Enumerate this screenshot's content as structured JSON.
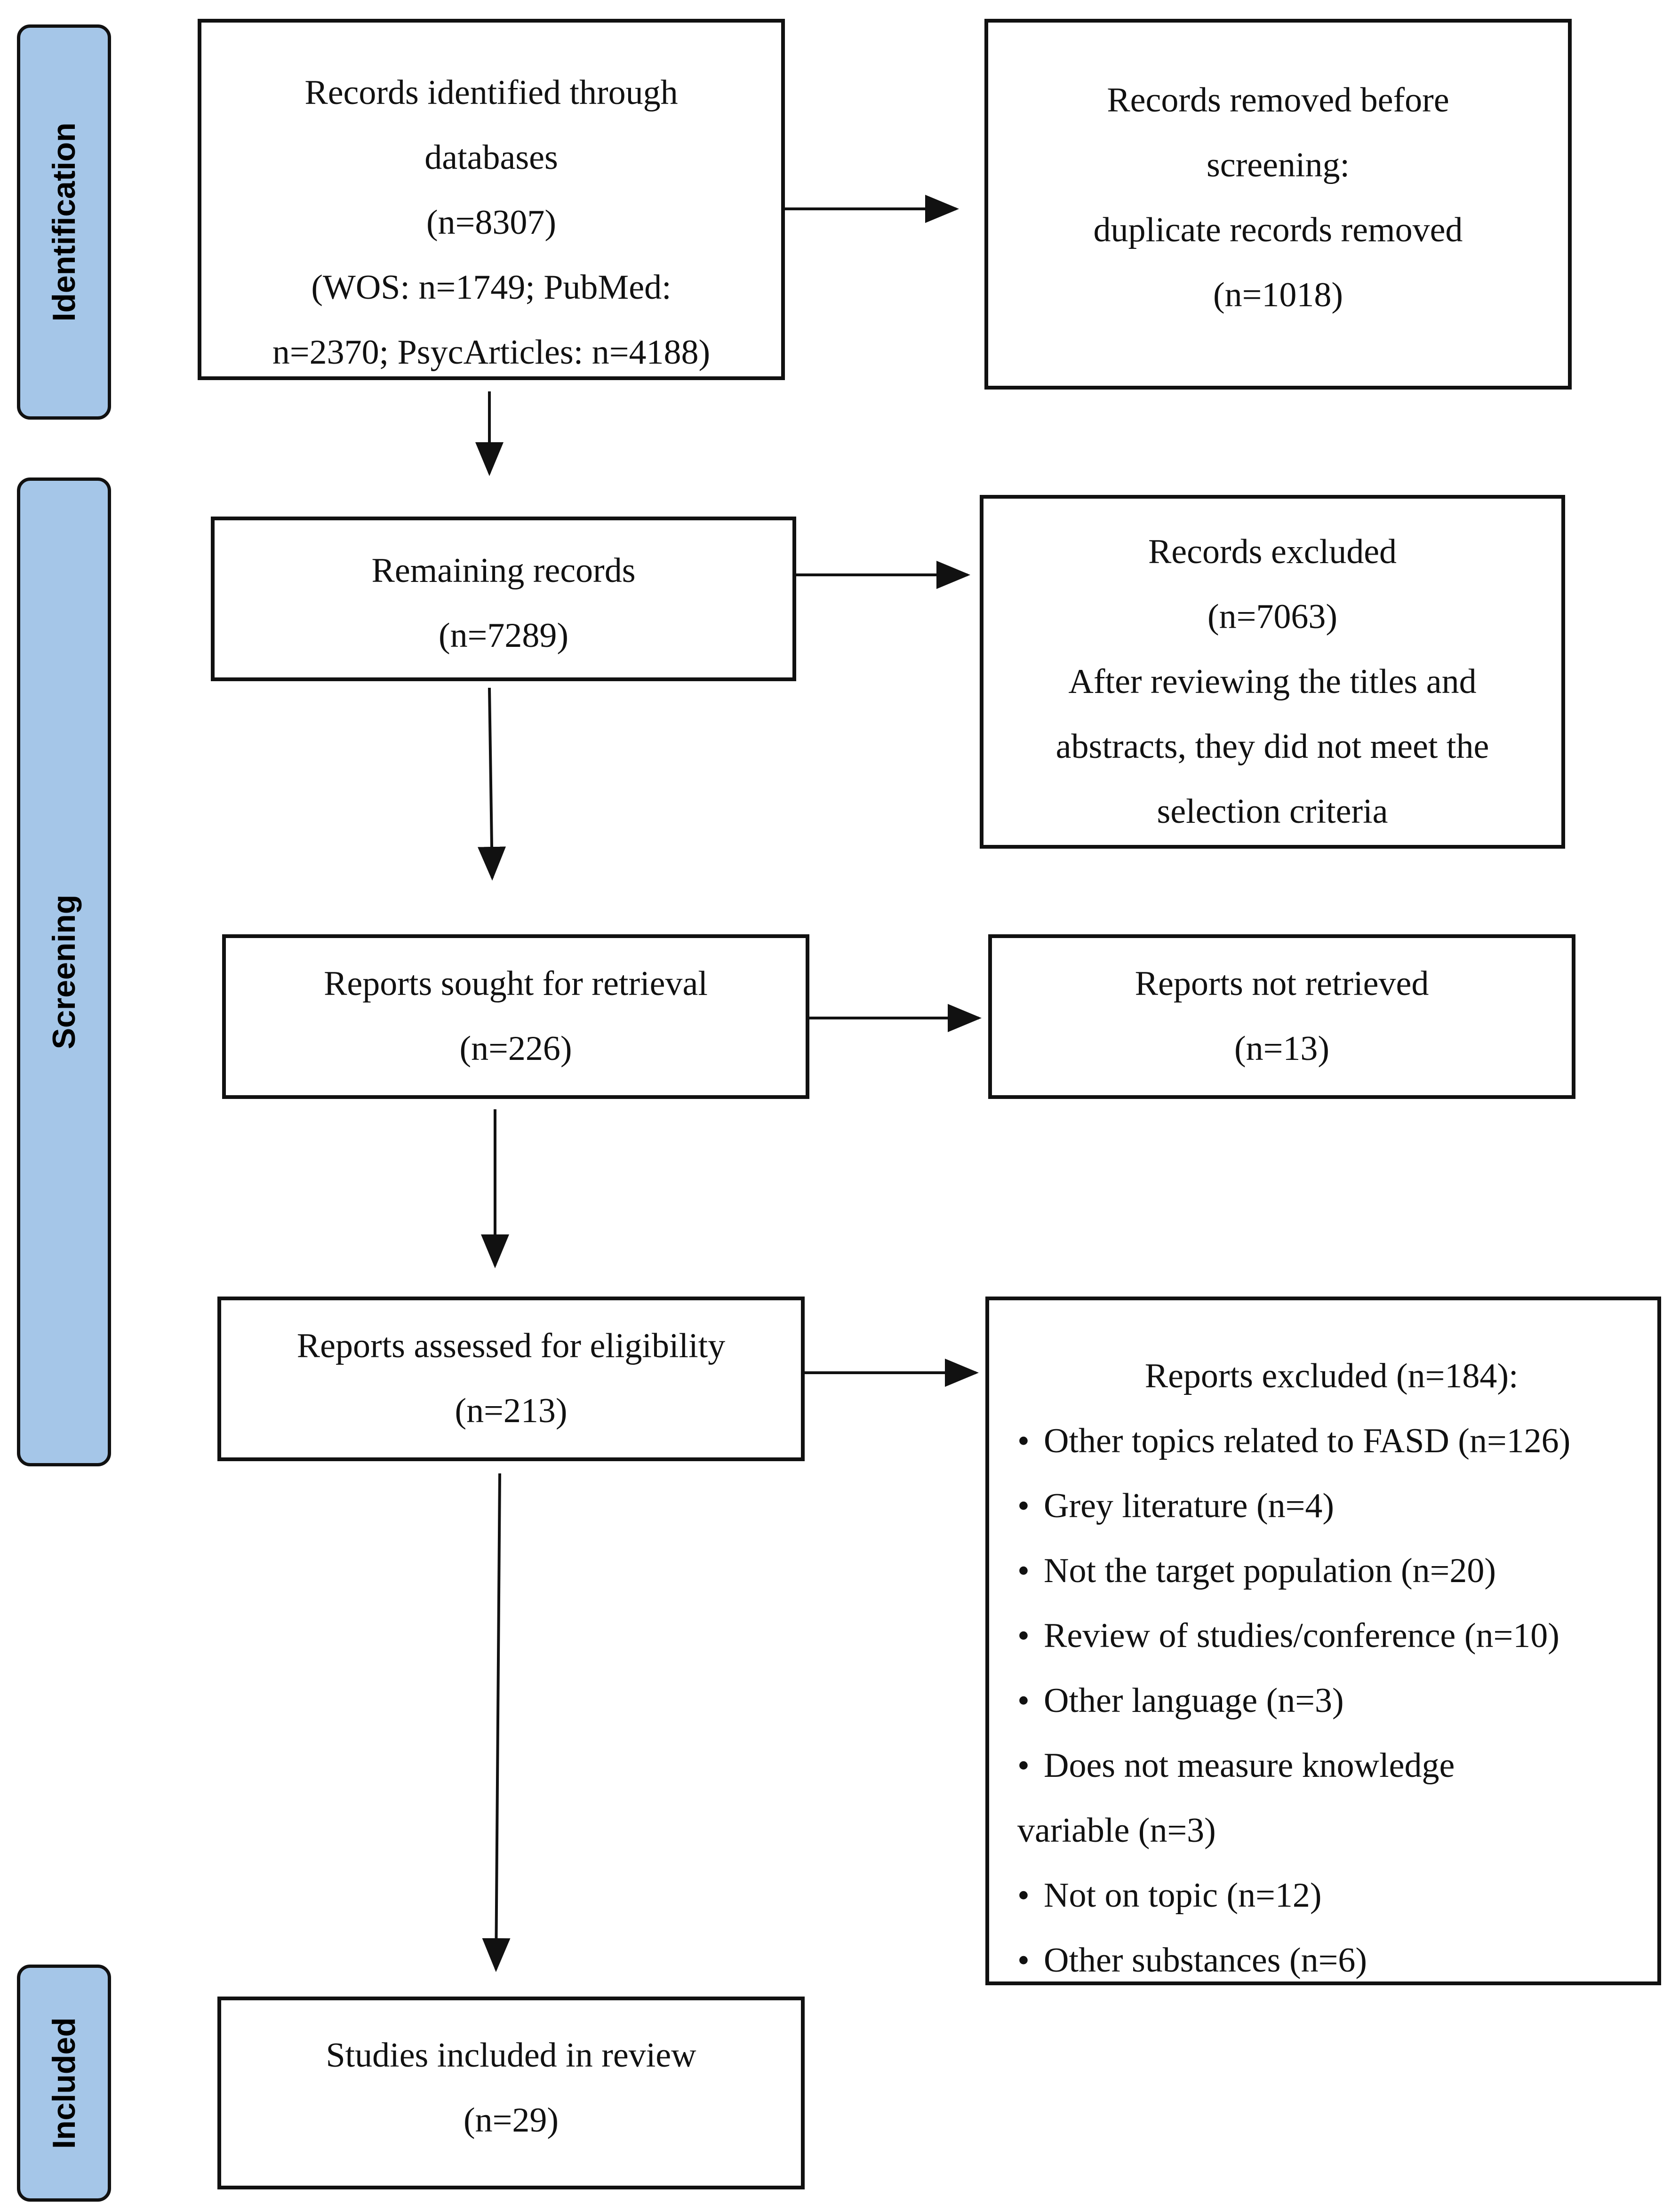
{
  "phases": {
    "identification": "Identification",
    "screening": "Screening",
    "included": "Included"
  },
  "boxes": {
    "identified": {
      "lines": [
        "Records identified through",
        "databases",
        "(n=8307)",
        "(WOS: n=1749; PubMed:",
        "n=2370; PsycArticles: n=4188)"
      ]
    },
    "removed": {
      "lines": [
        "Records removed before",
        "screening:",
        "duplicate records removed",
        "(n=1018)"
      ]
    },
    "remaining": {
      "lines": [
        "Remaining records",
        "(n=7289)"
      ]
    },
    "excluded_records": {
      "lines": [
        "Records excluded",
        "(n=7063)",
        "After reviewing the titles and",
        "abstracts, they did not meet the",
        "selection criteria"
      ]
    },
    "sought": {
      "lines": [
        "Reports sought for retrieval",
        "(n=226)"
      ]
    },
    "not_retrieved": {
      "lines": [
        "Reports not retrieved",
        "(n=13)"
      ]
    },
    "assessed": {
      "lines": [
        "Reports assessed for eligibility",
        "(n=213)"
      ]
    },
    "reports_excluded": {
      "heading": "Reports excluded (n=184):",
      "items": [
        "Other topics related to FASD (n=126)",
        "Grey literature (n=4)",
        "Not the target population (n=20)",
        "Review of studies/conference (n=10)",
        "Other language (n=3)",
        "Does not measure knowledge",
        "Not on topic (n=12)",
        "Other substances (n=6)"
      ],
      "continuation": "variable (n=3)",
      "bullet": "•"
    },
    "included": {
      "lines": [
        "Studies included in review",
        "(n=29)"
      ]
    }
  }
}
